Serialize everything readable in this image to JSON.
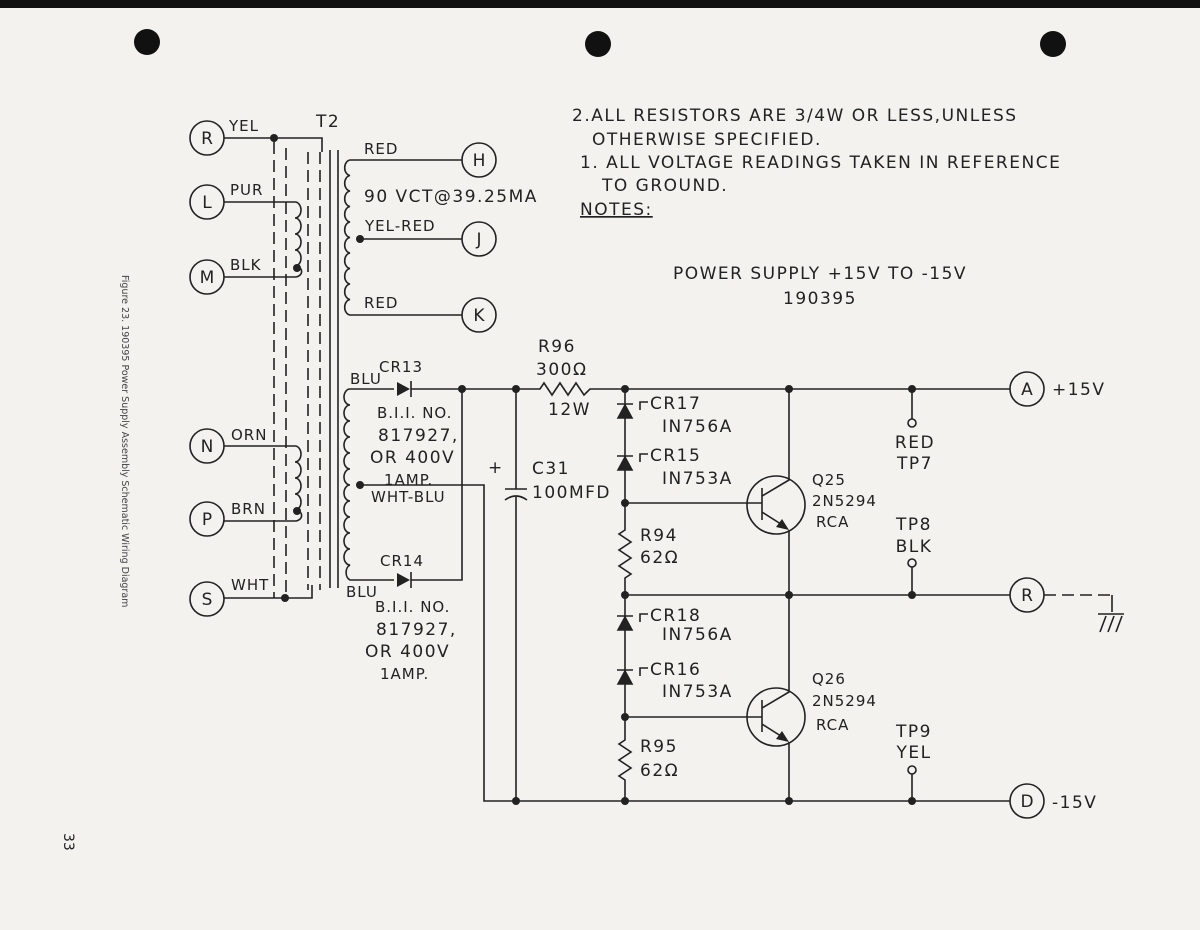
{
  "caption": "Figure 23. 190395 Power Supply Assembly Schematic Wiring Diagram",
  "page_number": "33",
  "title": {
    "line1": "POWER SUPPLY +15V TO -15V",
    "line2": "190395"
  },
  "notes": {
    "note2_line1": "2.ALL RESISTORS ARE 3/4W OR LESS,UNLESS",
    "note2_line2": "OTHERWISE SPECIFIED.",
    "note1_line1": "1. ALL VOLTAGE READINGS TAKEN IN REFERENCE",
    "note1_line2": "TO GROUND.",
    "heading": "NOTES:"
  },
  "transformer": {
    "ref": "T2",
    "rating": "90 VCT@39.25MA"
  },
  "terminals": {
    "R": "R",
    "L": "L",
    "M": "M",
    "N": "N",
    "P": "P",
    "S": "S",
    "H": "H",
    "J": "J",
    "K": "K",
    "A": "A",
    "R2": "R",
    "D": "D"
  },
  "wires": {
    "yel": "YEL",
    "pur": "PUR",
    "blk": "BLK",
    "orn": "ORN",
    "brn": "BRN",
    "wht": "WHT",
    "red1": "RED",
    "yelred": "YEL-RED",
    "red2": "RED",
    "blu1": "BLU",
    "whtblu": "WHT-BLU",
    "blu2": "BLU"
  },
  "cr13": {
    "ref": "CR13",
    "l1": "B.I.I. NO.",
    "l2": "817927,",
    "l3": "OR 400V",
    "l4": "1AMP."
  },
  "cr14": {
    "ref": "CR14",
    "l1": "B.I.I. NO.",
    "l2": "817927,",
    "l3": "OR 400V",
    "l4": "1AMP."
  },
  "r96": {
    "ref": "R96",
    "value": "300Ω",
    "power": "12W"
  },
  "c31": {
    "plus": "+",
    "ref": "C31",
    "value": "100MFD"
  },
  "cr17": {
    "ref": "CR17",
    "part": "IN756A"
  },
  "cr15": {
    "ref": "CR15",
    "part": "IN753A"
  },
  "cr18": {
    "ref": "CR18",
    "part": "IN756A"
  },
  "cr16": {
    "ref": "CR16",
    "part": "IN753A"
  },
  "r94": {
    "ref": "R94",
    "value": "62Ω"
  },
  "r95": {
    "ref": "R95",
    "value": "62Ω"
  },
  "q25": {
    "ref": "Q25",
    "part": "2N5294",
    "mfr": "RCA"
  },
  "q26": {
    "ref": "Q26",
    "part": "2N5294",
    "mfr": "RCA"
  },
  "tp7": {
    "color": "RED",
    "ref": "TP7"
  },
  "tp8": {
    "ref": "TP8",
    "color": "BLK"
  },
  "tp9": {
    "ref": "TP9",
    "color": "YEL"
  },
  "outputs": {
    "plus": "+15V",
    "minus": "-15V"
  }
}
